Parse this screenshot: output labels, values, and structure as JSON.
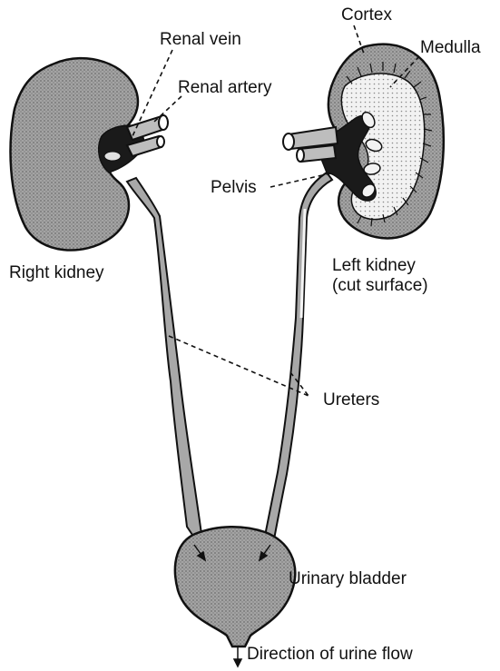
{
  "labels": {
    "renal_vein": "Renal vein",
    "renal_artery": "Renal artery",
    "cortex": "Cortex",
    "medulla": "Medulla",
    "pelvis": "Pelvis",
    "right_kidney": "Right kidney",
    "left_kidney_line1": "Left kidney",
    "left_kidney_line2": "(cut surface)",
    "ureters": "Ureters",
    "urinary_bladder": "Urinary bladder",
    "urine_flow": "Direction of urine flow"
  },
  "colors": {
    "ink": "#111111",
    "tissue_fill": "#9a9a9a",
    "medulla_fill": "#e4e4e4",
    "vessel_fill": "#1a1a1a",
    "ureter_fill": "#a8a8a8"
  }
}
